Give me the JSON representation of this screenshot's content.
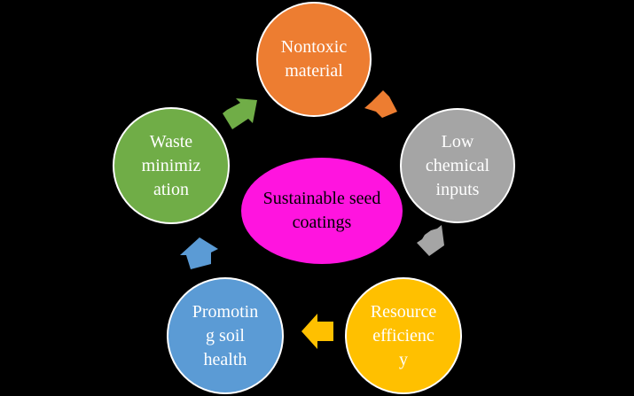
{
  "diagram": {
    "center": {
      "label": "Sustainable seed\ncoatings",
      "color": "#ff14df"
    },
    "nodes": [
      {
        "id": "nontoxic",
        "label": "Nontoxic\nmaterial",
        "color": "#ed7d31"
      },
      {
        "id": "low-chemical",
        "label": "Low\nchemical\ninputs",
        "color": "#a5a5a5"
      },
      {
        "id": "resource",
        "label": "Resource\nefficienc\ny",
        "color": "#ffc000"
      },
      {
        "id": "soil",
        "label": "Promotin\ng soil\nhealth",
        "color": "#5b9bd5"
      },
      {
        "id": "waste",
        "label": "Waste\nminimiz\nation",
        "color": "#70ad47"
      }
    ],
    "arrow_colors": [
      "#ed7d31",
      "#a5a5a5",
      "#ffc000",
      "#5b9bd5",
      "#70ad47"
    ]
  }
}
